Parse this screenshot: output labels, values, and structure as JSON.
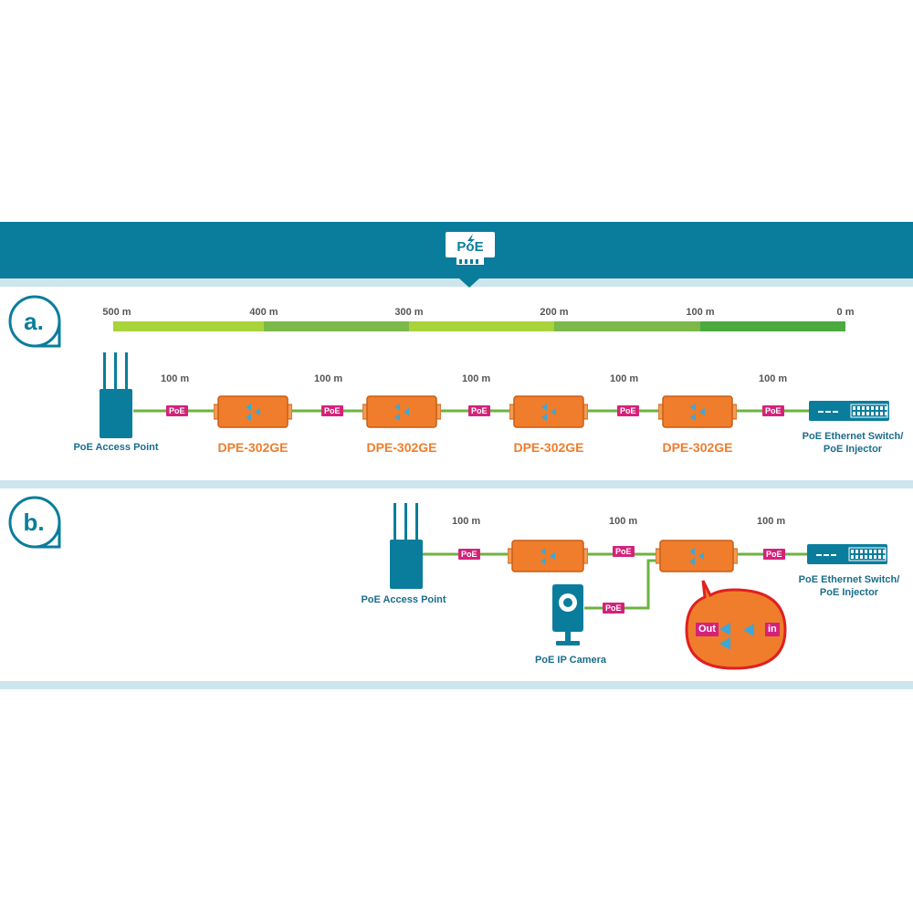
{
  "header": {
    "logo_text": "PoE",
    "color": "#0a7d9c"
  },
  "section_a": {
    "badge": "a.",
    "scale_labels": [
      "500 m",
      "400 m",
      "300 m",
      "200 m",
      "100 m",
      "0 m"
    ],
    "scale_colors": [
      "#a8d33a",
      "#7cb84a",
      "#a8d33a",
      "#7cb84a",
      "#4caa3f"
    ],
    "distance_label": "100 m",
    "poe_tag": "PoE",
    "access_point_label": "PoE Access Point",
    "extender_model": "DPE-302GE",
    "switch_label_line1": "PoE Ethernet Switch/",
    "switch_label_line2": "PoE Injector"
  },
  "section_b": {
    "badge": "b.",
    "distance_label": "100 m",
    "poe_tag": "PoE",
    "access_point_label": "PoE Access Point",
    "camera_label": "PoE IP Camera",
    "switch_label_line1": "PoE Ethernet Switch/",
    "switch_label_line2": "PoE Injector",
    "zoom_out": "Out",
    "zoom_in": "in"
  },
  "colors": {
    "accent": "#0a7d9c",
    "extender": "#ef7d2c",
    "poe_tag": "#d4227a",
    "cable": "#6cb33f",
    "callout": "#e02020"
  },
  "icons": [
    "poe-icon",
    "access-point-icon",
    "extender-icon",
    "switch-icon",
    "camera-icon"
  ]
}
